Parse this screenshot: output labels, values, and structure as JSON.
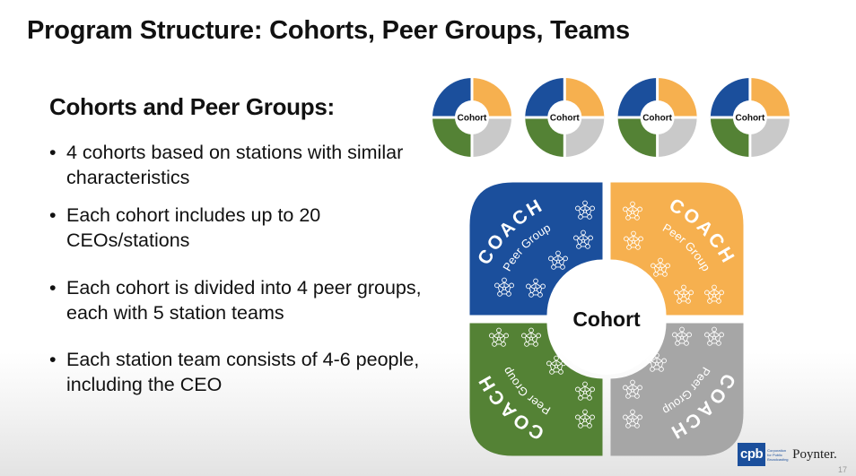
{
  "slide": {
    "title": "Program Structure: Cohorts, Peer Groups, Teams",
    "subtitle": "Cohorts and Peer Groups:",
    "bullets": [
      {
        "text": "4 cohorts based on stations with similar characteristics"
      },
      {
        "text": "Each cohort includes up to 20 CEOs/stations"
      },
      {
        "text": "Each cohort is divided into 4 peer groups, each with 5 station teams"
      },
      {
        "text": "Each station team consists of 4-6 people, including the CEO"
      }
    ],
    "bullet_symbol": "•",
    "slide_number": "17"
  },
  "diagram": {
    "small_cohort_label": "Cohort",
    "small_cohort_count": 4,
    "big_center_label": "Cohort",
    "quadrant_coach_label": "COACH",
    "quadrant_peer_label": "Peer Group",
    "teams_per_quadrant": 5,
    "colors": {
      "blue": "#1b4f9c",
      "orange": "#f6b04f",
      "green": "#548235",
      "gray": "#a6a6a6",
      "small_gray": "#c9c9c9",
      "team_icon_light": "#ffffff"
    },
    "quadrant_order": [
      "blue",
      "orange",
      "green",
      "gray"
    ],
    "icon_name": "team-network-icon"
  },
  "logos": {
    "cpb_mark": "cpb",
    "cpb_subtext": "Corporation for Public Broadcasting",
    "poynter": "Poynter."
  }
}
